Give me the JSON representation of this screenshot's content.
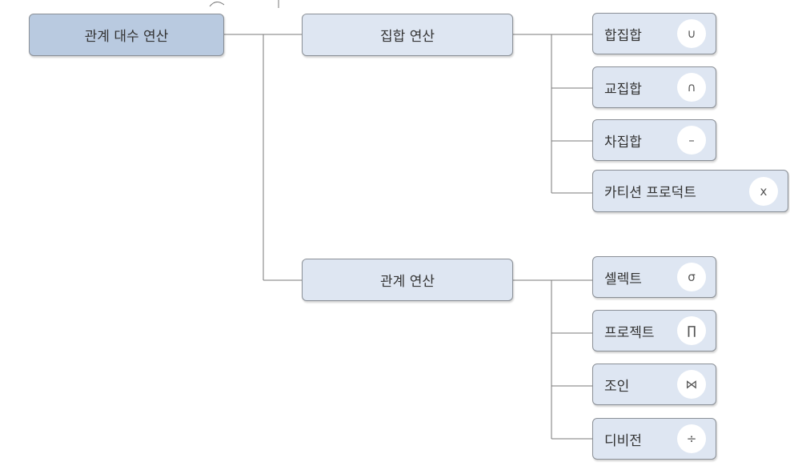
{
  "root": {
    "label": "관계 대수 연산"
  },
  "groups": [
    {
      "label": "집합 연산",
      "items": [
        {
          "label": "합집합",
          "symbol": "∪"
        },
        {
          "label": "교집합",
          "symbol": "∩"
        },
        {
          "label": "차집합",
          "symbol": "–"
        },
        {
          "label": "카티션 프로덕트",
          "symbol": "x"
        }
      ]
    },
    {
      "label": "관계 연산",
      "items": [
        {
          "label": "셀렉트",
          "symbol": "σ"
        },
        {
          "label": "프로젝트",
          "symbol": "∏"
        },
        {
          "label": "조인",
          "symbol": "⋈"
        },
        {
          "label": "디비전",
          "symbol": "÷"
        }
      ]
    }
  ],
  "colors": {
    "root_fill": "#b9cae0",
    "node_fill": "#dee6f2",
    "border": "#8a8f96",
    "connector": "#7a7a7a"
  }
}
